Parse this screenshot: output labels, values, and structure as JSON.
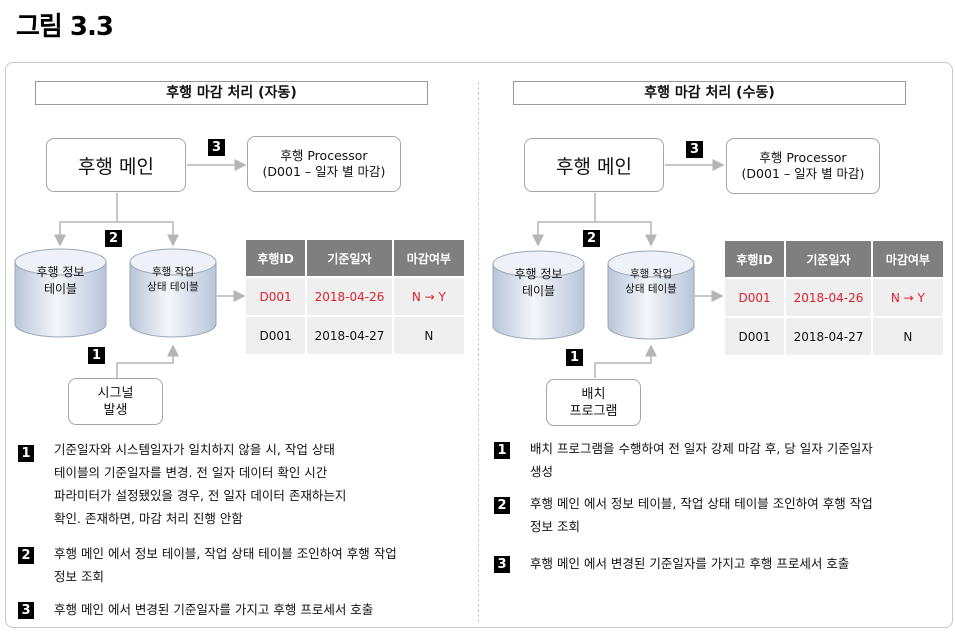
{
  "figure_title": "그림 3.3",
  "panels": {
    "left": {
      "title": "후행 마감 처리 (자동)",
      "main": "후행 메인",
      "processor": "후행 Processor\n(D001 – 일자 별 마감)",
      "db1": "후행 정보\n테이블",
      "db2": "후행 작업\n상태 테이블",
      "trigger": "시그널\n발생",
      "steps": [
        "1",
        "2",
        "3"
      ],
      "table": {
        "headers": [
          "후행ID",
          "기준일자",
          "마감여부"
        ],
        "rows": [
          [
            "D001",
            "2018-04-26",
            "N → Y"
          ],
          [
            "D001",
            "2018-04-27",
            "N"
          ]
        ]
      },
      "notes": [
        {
          "num": "1",
          "text": "기준일자와 시스템일자가 일치하지 않을 시, 작업 상태\n테이블의 기준일자를 변경. 전 일자 데이터 확인 시간\n파라미터가 설정됐있을 경우, 전 일자 데이터 존재하는지\n확인. 존재하면, 마감 처리 진행 안함"
        },
        {
          "num": "2",
          "text": "후행 메인 에서 정보 테이블, 작업 상태 테이블 조인하여 후행 작업\n정보 조회"
        },
        {
          "num": "3",
          "text": "후행 메인 에서 변경된 기준일자를 가지고 후행 프로세서 호출"
        }
      ]
    },
    "right": {
      "title": "후행 마감 처리 (수동)",
      "main": "후행 메인",
      "processor": "후행 Processor\n(D001 – 일자 별 마감)",
      "db1": "후행 정보\n테이블",
      "db2": "후행 작업\n상태 테이블",
      "trigger": "배치\n프로그램",
      "steps": [
        "1",
        "2",
        "3"
      ],
      "table": {
        "headers": [
          "후행ID",
          "기준일자",
          "마감여부"
        ],
        "rows": [
          [
            "D001",
            "2018-04-26",
            "N → Y"
          ],
          [
            "D001",
            "2018-04-27",
            "N"
          ]
        ]
      },
      "notes": [
        {
          "num": "1",
          "text": "배치 프로그램을 수행하여 전 일자 강제 마감 후, 당 일자 기준일자\n생성"
        },
        {
          "num": "2",
          "text": "후행 메인 에서 정보 테이블, 작업 상태 테이블 조인하여 후행 작업\n정보 조회"
        },
        {
          "num": "3",
          "text": "후행 메인 에서 변경된 기준일자를 가지고 후행 프로세서 호출"
        }
      ]
    }
  },
  "colors": {
    "highlight_text": "#e0202a",
    "table_header": "#7f7f7f",
    "table_cell": "#efefef",
    "cylinder_gradient_top": "#e9eef6",
    "cylinder_gradient_bottom": "#b9c6da"
  }
}
